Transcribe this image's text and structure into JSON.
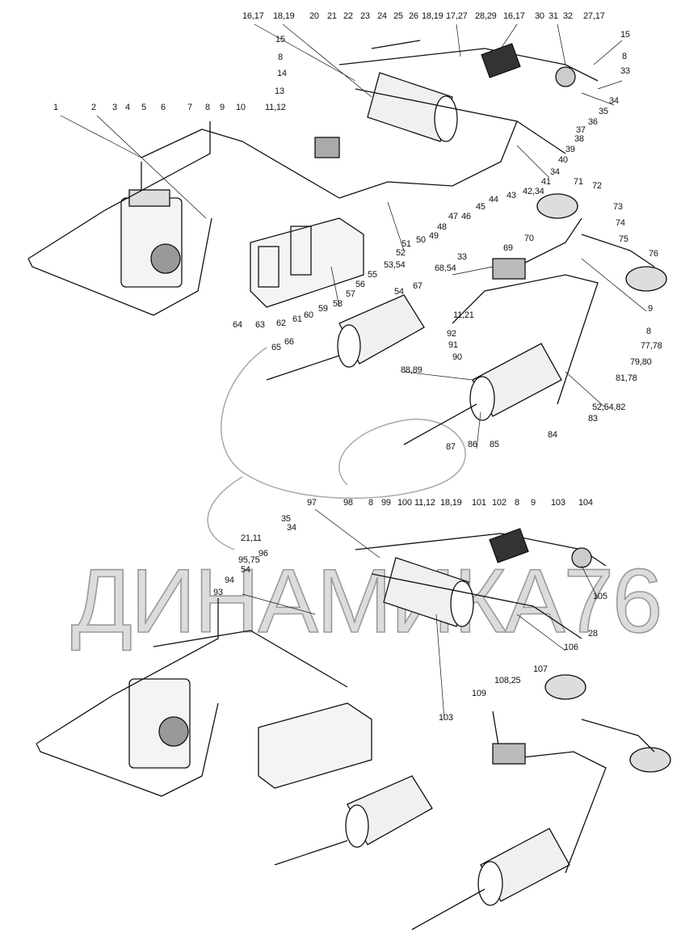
{
  "diagram": {
    "title": "Pneumatic brake system parts diagram",
    "watermark": "ДИНАМИКА76",
    "upper_labels": [
      "16,17",
      "18,19",
      "20",
      "21",
      "22",
      "23",
      "24",
      "25",
      "26",
      "18,19",
      "17,27",
      "28,29",
      "16,17",
      "30",
      "31",
      "32",
      "27,17",
      "15",
      "8",
      "33",
      "34",
      "35",
      "36",
      "37",
      "38",
      "39",
      "40",
      "34",
      "41",
      "42,34",
      "43",
      "44",
      "45",
      "46",
      "47",
      "48",
      "49",
      "50",
      "51",
      "52",
      "53,54",
      "55",
      "56",
      "57",
      "58",
      "59",
      "60",
      "61",
      "62",
      "63",
      "64",
      "65",
      "66",
      "54",
      "67",
      "68,54",
      "33",
      "69",
      "70",
      "71",
      "72",
      "73",
      "74",
      "75",
      "76",
      "9",
      "8",
      "77,78",
      "79,80",
      "81,78",
      "52,54,82",
      "83",
      "84",
      "85",
      "86",
      "87",
      "88,89",
      "90",
      "91",
      "92",
      "11,21"
    ],
    "left_labels": [
      "15",
      "8",
      "14",
      "13",
      "11,12",
      "10",
      "9",
      "8",
      "7",
      "6",
      "5",
      "4",
      "3",
      "2",
      "1"
    ],
    "lower_labels": [
      "97",
      "98",
      "8",
      "99",
      "100",
      "11,12",
      "18,19",
      "101",
      "102",
      "8",
      "9",
      "103",
      "104",
      "105",
      "35",
      "34",
      "21,11",
      "96",
      "95,75",
      "54",
      "94",
      "93",
      "28",
      "106",
      "107",
      "108,25",
      "109",
      "103"
    ]
  }
}
